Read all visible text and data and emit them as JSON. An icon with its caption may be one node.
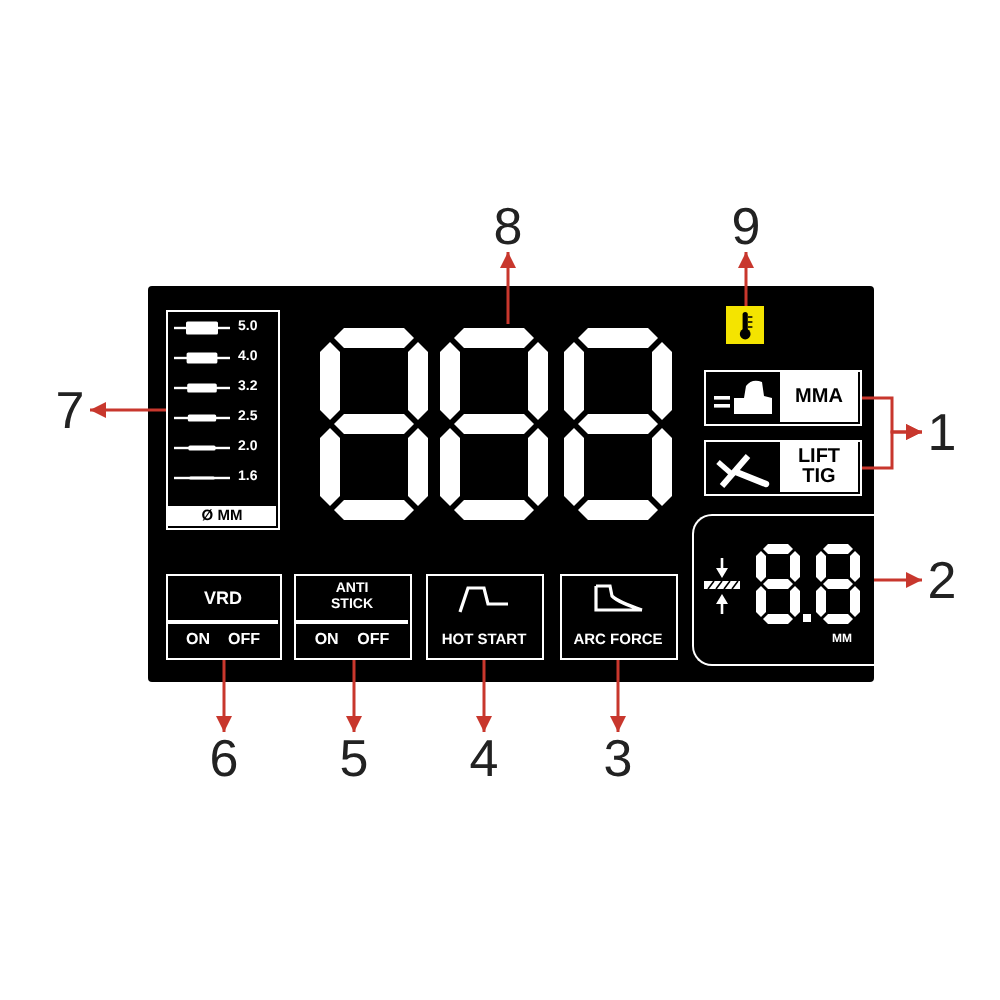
{
  "diagram": {
    "nodes": [
      {
        "text": [
          "8"
        ]
      },
      {
        "text": [
          "9"
        ]
      },
      {
        "text": [],
        "shape": "box"
      },
      {
        "text": [],
        "shape": "picture",
        "in": 2
      },
      {
        "text": [],
        "shape": "picture",
        "in": 2
      },
      {
        "text": [
          "5.0",
          "4.0",
          "3.2",
          "2.5",
          "2.0",
          "1.6",
          "Ø MM"
        ],
        "in": 2
      },
      {
        "text": [
          "MMA"
        ],
        "in": 2
      },
      {
        "text": [
          "LIFT TIG"
        ],
        "in": 2
      },
      {
        "text": [
          "7"
        ]
      },
      {
        "text": [
          "1"
        ]
      },
      {
        "text": [
          "MM"
        ],
        "in": 2
      },
      {
        "text": [
          "2"
        ]
      },
      {
        "text": [
          "VRD",
          "ON",
          "OFF"
        ],
        "in": 2
      },
      {
        "text": [
          "ANTI STICK",
          "ON",
          "OFF"
        ],
        "in": 2
      },
      {
        "text": [
          "HOT START"
        ],
        "in": 2
      },
      {
        "text": [
          "ARC FORCE"
        ],
        "in": 2
      },
      {
        "text": [
          "6"
        ]
      },
      {
        "text": [
          "5"
        ]
      },
      {
        "text": [
          "4"
        ]
      },
      {
        "text": [
          "3"
        ]
      }
    ],
    "edges": [
      {
        "from": 3,
        "to": 0,
        "arrow": "to"
      },
      {
        "from": 4,
        "to": 1,
        "arrow": "to"
      },
      {
        "from": 5,
        "to": 8,
        "arrow": "to"
      },
      {
        "from": 6,
        "to": 9,
        "arrow": "to"
      },
      {
        "from": 7,
        "to": 9,
        "arrow": "to"
      },
      {
        "from": 10,
        "to": 11,
        "arrow": "to"
      },
      {
        "from": 12,
        "to": 16,
        "arrow": "to"
      },
      {
        "from": 13,
        "to": 17,
        "arrow": "to"
      },
      {
        "from": 14,
        "to": 18,
        "arrow": "to"
      },
      {
        "from": 15,
        "to": 19,
        "arrow": "to"
      }
    ]
  }
}
